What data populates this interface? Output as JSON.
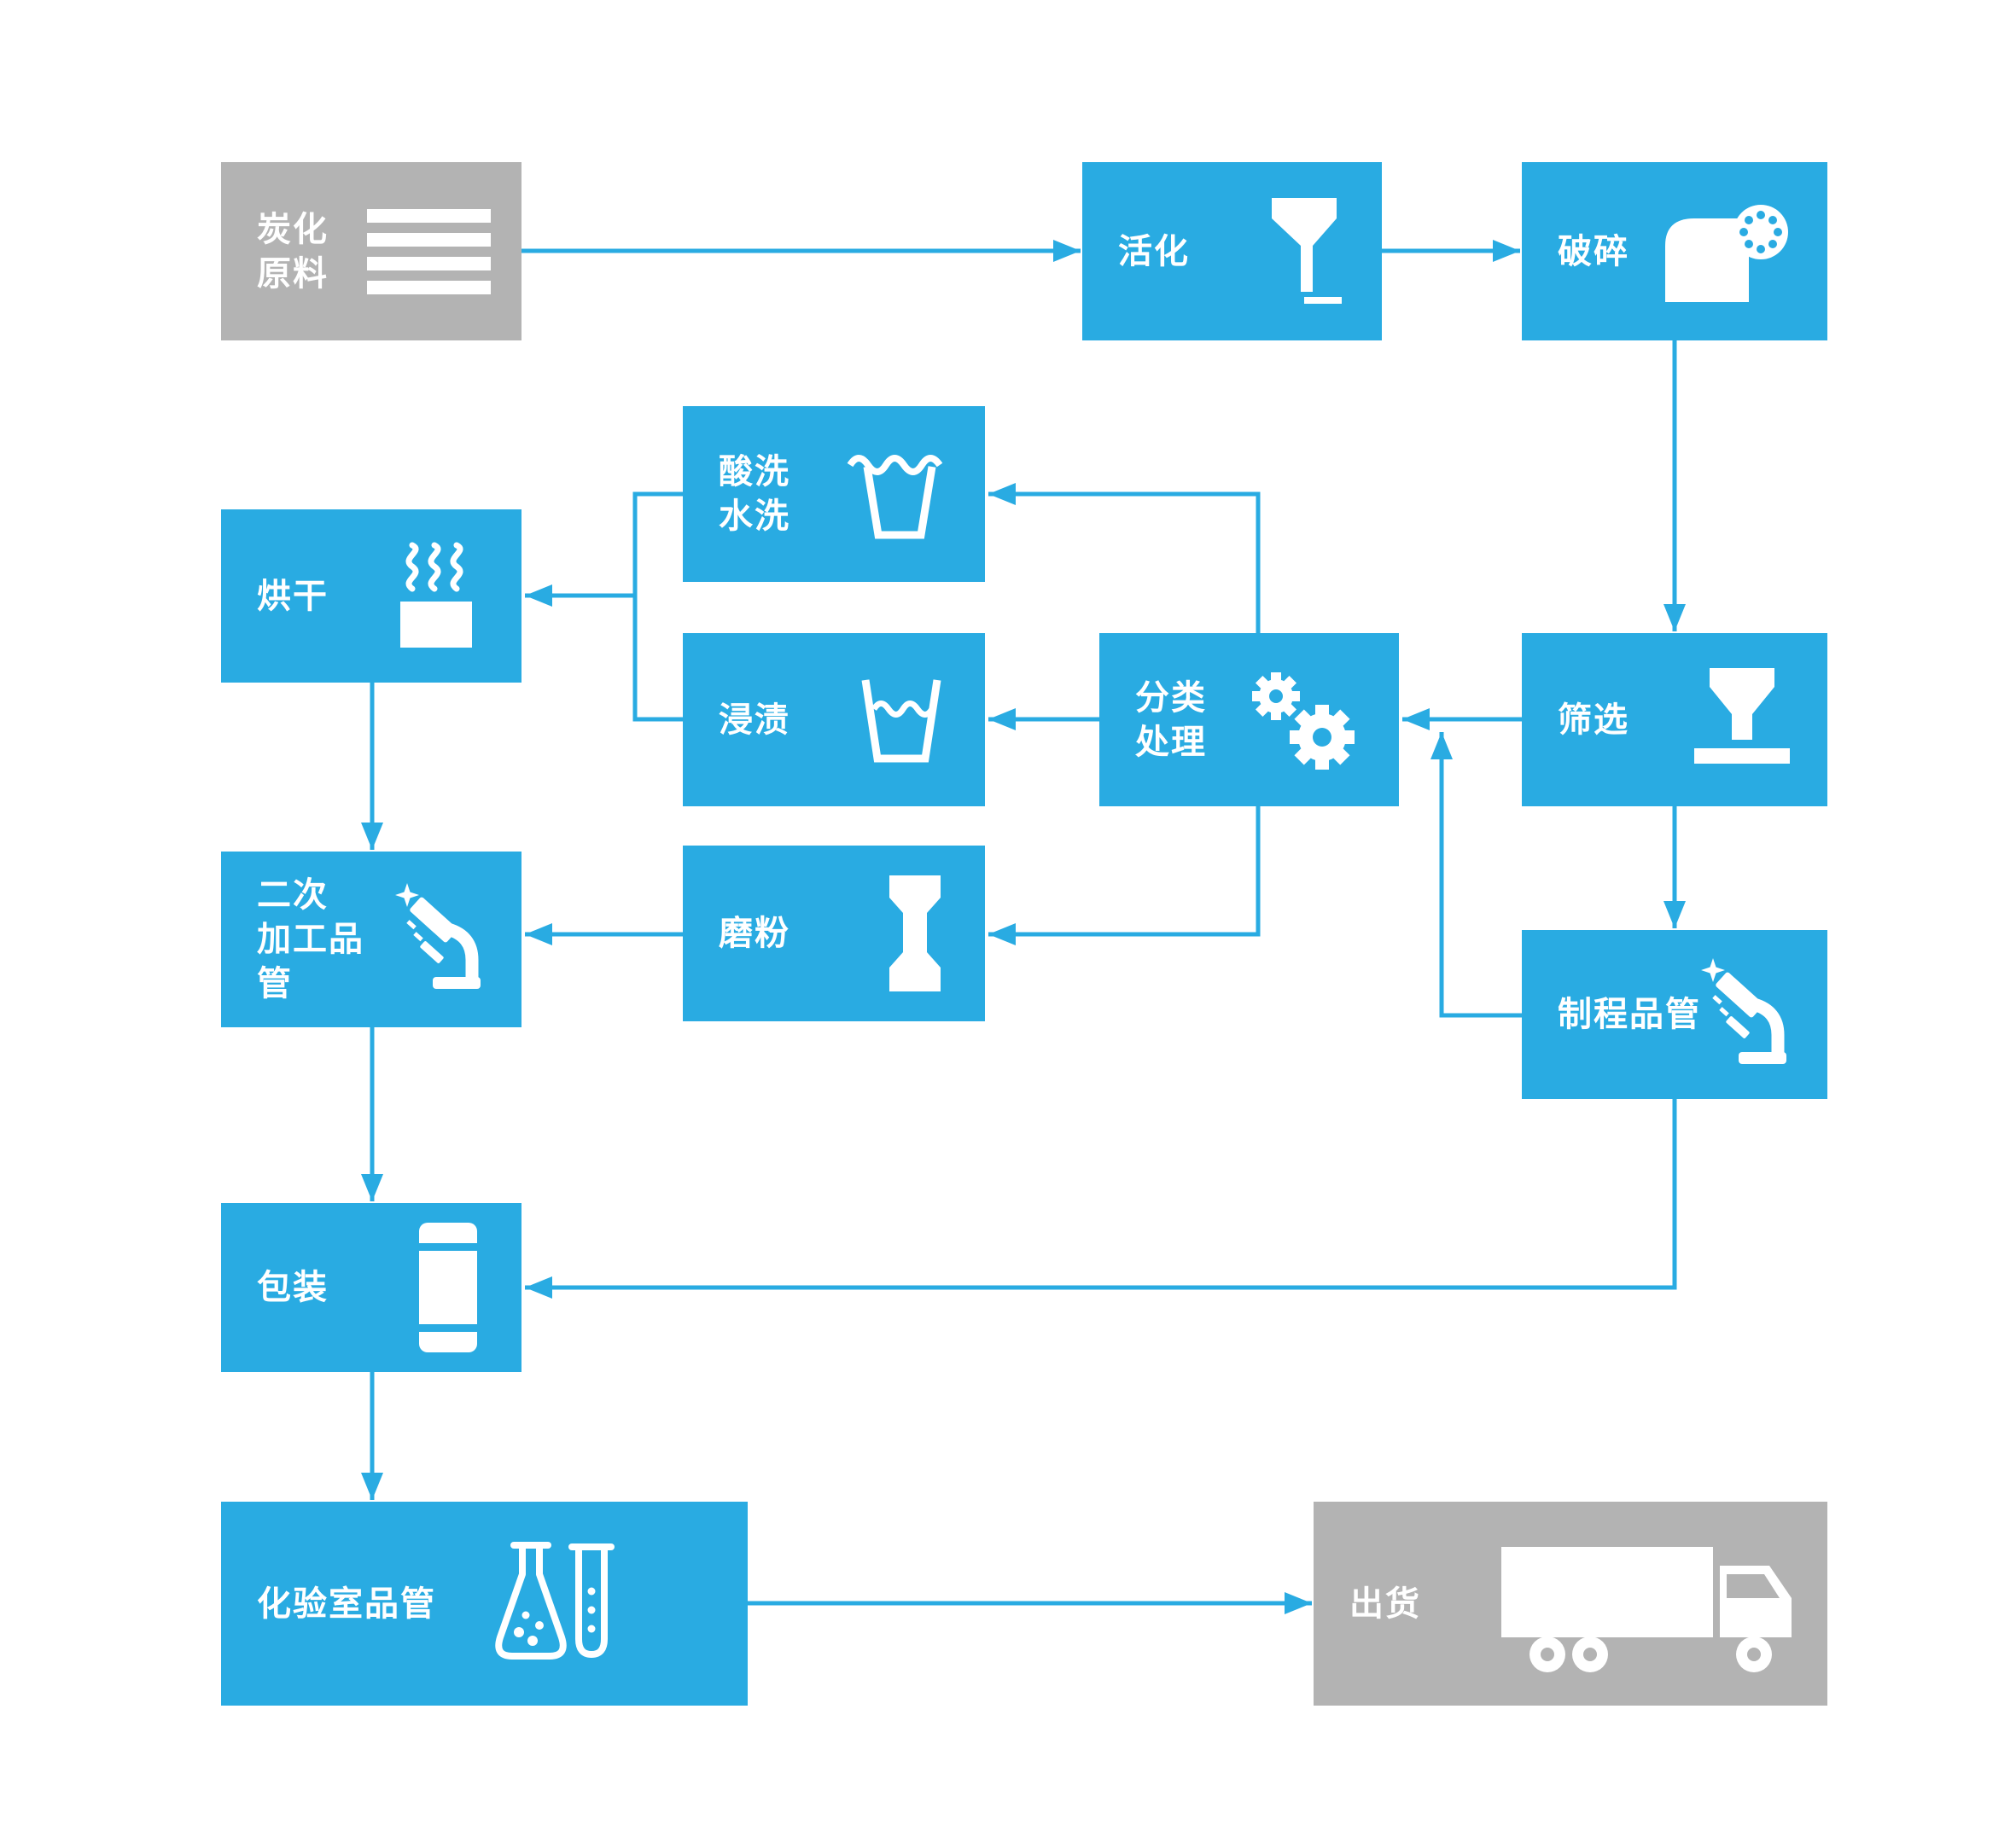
{
  "colors": {
    "node_blue": "#29ABE2",
    "node_gray": "#B3B3B3",
    "arrow": "#29ABE2",
    "label_text": "#FFFFFF",
    "background": "#FFFFFF"
  },
  "nodes": {
    "carbonized_raw_material": {
      "label": "炭化\n原料",
      "icon": "layers-icon",
      "variant": "gray"
    },
    "activation": {
      "label": "活化",
      "icon": "funnel-icon",
      "variant": "blue"
    },
    "crushing": {
      "label": "破碎",
      "icon": "crusher-icon",
      "variant": "blue"
    },
    "screening": {
      "label": "筛选",
      "icon": "sieve-icon",
      "variant": "blue"
    },
    "classification": {
      "label": "分类\n处理",
      "icon": "gears-icon",
      "variant": "blue"
    },
    "acid_water_wash": {
      "label": "酸洗\n水洗",
      "icon": "wash-cup-icon",
      "variant": "blue"
    },
    "impregnation": {
      "label": "浸渍",
      "icon": "soak-cup-icon",
      "variant": "blue"
    },
    "drying": {
      "label": "烘干",
      "icon": "steam-cup-icon",
      "variant": "blue"
    },
    "secondary_processing_qc": {
      "label": "二次\n加工品管",
      "icon": "microscope-icon",
      "variant": "blue"
    },
    "grinding": {
      "label": "磨粉",
      "icon": "mill-icon",
      "variant": "blue"
    },
    "process_qc": {
      "label": "制程品管",
      "icon": "microscope-icon",
      "variant": "blue"
    },
    "packaging": {
      "label": "包装",
      "icon": "package-icon",
      "variant": "blue"
    },
    "laboratory_qc": {
      "label": "化验室品管",
      "icon": "lab-glassware-icon",
      "variant": "blue"
    },
    "shipment": {
      "label": "出货",
      "icon": "truck-icon",
      "variant": "gray"
    }
  },
  "edges": [
    {
      "from": "carbonized_raw_material",
      "to": "activation"
    },
    {
      "from": "activation",
      "to": "crushing"
    },
    {
      "from": "crushing",
      "to": "screening"
    },
    {
      "from": "screening",
      "to": "classification"
    },
    {
      "from": "classification",
      "to": "impregnation"
    },
    {
      "from": "classification",
      "to": "acid_water_wash"
    },
    {
      "from": "acid_water_wash",
      "to": "drying"
    },
    {
      "from": "impregnation",
      "to": "drying"
    },
    {
      "from": "classification",
      "to": "grinding"
    },
    {
      "from": "grinding",
      "to": "secondary_processing_qc"
    },
    {
      "from": "drying",
      "to": "secondary_processing_qc"
    },
    {
      "from": "secondary_processing_qc",
      "to": "packaging"
    },
    {
      "from": "screening",
      "to": "process_qc"
    },
    {
      "from": "process_qc",
      "to": "classification"
    },
    {
      "from": "process_qc",
      "to": "packaging"
    },
    {
      "from": "packaging",
      "to": "laboratory_qc"
    },
    {
      "from": "laboratory_qc",
      "to": "shipment"
    }
  ]
}
